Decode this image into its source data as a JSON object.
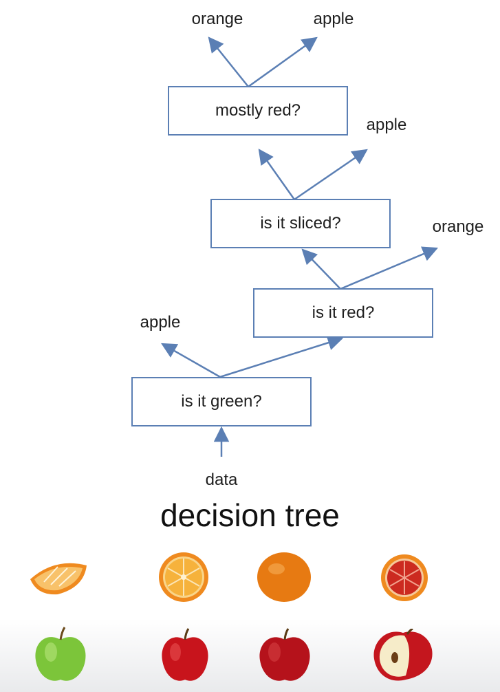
{
  "diagram": {
    "title": "decision tree",
    "input_label": "data",
    "colors": {
      "node_border": "#5b7fb4",
      "edge": "#5b7fb4"
    },
    "nodes": [
      {
        "id": "green",
        "label": "is it green?"
      },
      {
        "id": "red",
        "label": "is it red?"
      },
      {
        "id": "sliced",
        "label": "is it sliced?"
      },
      {
        "id": "mostly",
        "label": "mostly red?"
      }
    ],
    "leaves": {
      "green_yes": "apple",
      "red_yes": "orange",
      "sliced_yes": "apple",
      "mostly_left": "orange",
      "mostly_right": "apple"
    },
    "edges": [
      {
        "from": "data",
        "to": "green"
      },
      {
        "from": "green",
        "to": "apple"
      },
      {
        "from": "green",
        "to": "red"
      },
      {
        "from": "red",
        "to": "sliced"
      },
      {
        "from": "red",
        "to": "orange"
      },
      {
        "from": "sliced",
        "to": "mostly"
      },
      {
        "from": "sliced",
        "to": "apple"
      },
      {
        "from": "mostly",
        "to": "orange"
      },
      {
        "from": "mostly",
        "to": "apple"
      }
    ]
  },
  "fruits": {
    "top_row": [
      "orange-wedge",
      "orange-half",
      "whole-orange",
      "blood-orange-half"
    ],
    "bottom_row": [
      "green-apple",
      "red-apple",
      "red-apple",
      "sliced-apple"
    ]
  }
}
